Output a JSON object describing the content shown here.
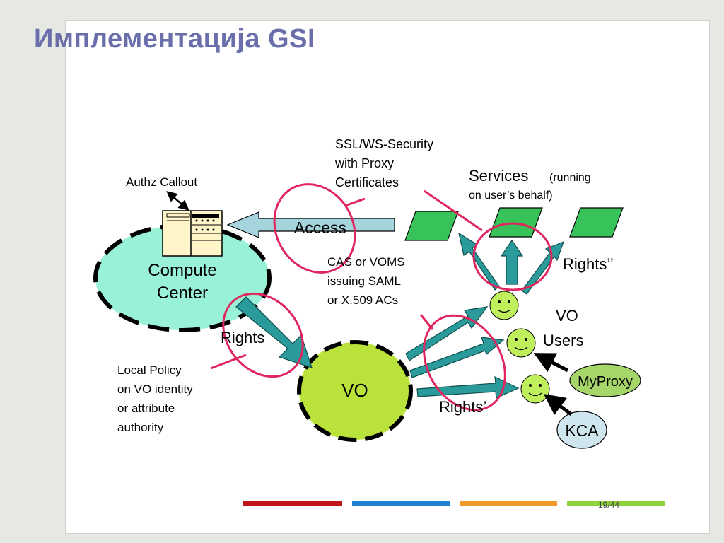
{
  "slide": {
    "title": "Имплементација GSI",
    "page": "19/44"
  },
  "diagram": {
    "labels": {
      "authz_callout": "Authz Callout",
      "ssl_line1": "SSL/WS-Security",
      "ssl_line2": "with Proxy",
      "ssl_line3": "Certificates",
      "services": "Services",
      "services_note1": "(running",
      "services_note2": "on user’s behalf)",
      "access": "Access",
      "compute_line1": "Compute",
      "compute_line2": "Center",
      "cas_line1": "CAS or VOMS",
      "cas_line2": "issuing SAML",
      "cas_line3": "or X.509 ACs",
      "rights_double": "Rights’’",
      "vo_users_line1": "VO",
      "vo_users_line2": "Users",
      "rights": "Rights",
      "local_line1": "Local Policy",
      "local_line2": "on VO identity",
      "local_line3": "or attribute",
      "local_line4": "authority",
      "vo": "VO",
      "myproxy": "MyProxy",
      "rights_single": "Rights’",
      "kca": "KCA"
    },
    "colors": {
      "title": "#6a6eab",
      "compute_fill": "#99f2d8",
      "vo_fill": "#b9e33a",
      "service_fill": "#38c25a",
      "arrow_teal": "#2b9a9a",
      "access_arrow": "#a6d4dc",
      "highlight": "#e0265f",
      "smiley": "#bff05b",
      "myproxy_fill": "#a6d66a",
      "kca_fill": "#cfe6ef"
    },
    "icons": [
      "server-rack-icon",
      "smiley-user-icon"
    ]
  },
  "footer": {
    "bar_colors": [
      "#c0141a",
      "#1f7fd0",
      "#f09a2a",
      "#8ed23c"
    ]
  }
}
